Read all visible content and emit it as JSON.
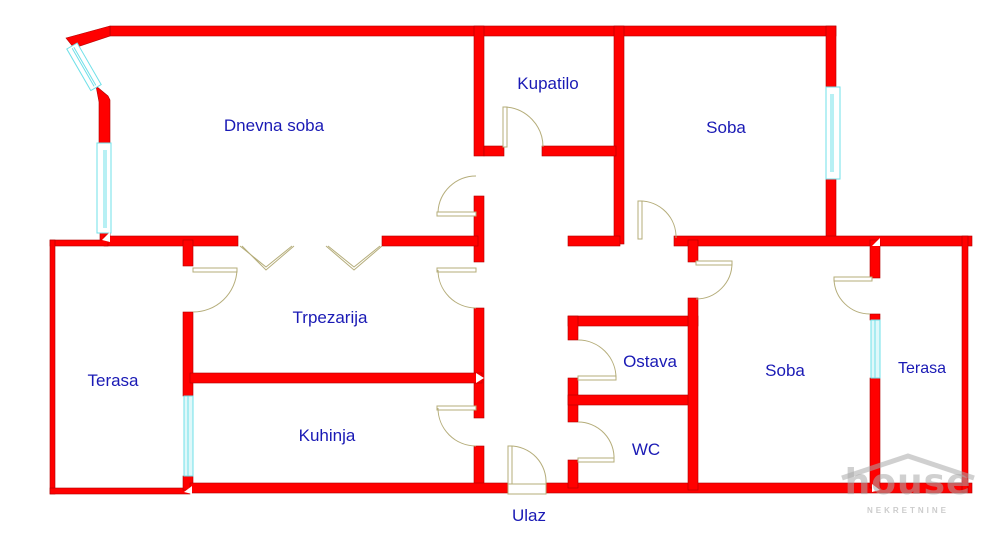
{
  "plan": {
    "wall_color": "#ff0000",
    "window_color": "#6fe0e8",
    "label_color": "#1a1ab5",
    "door_color": "#b5ad7a"
  },
  "rooms": {
    "dnevna_soba": "Dnevna soba",
    "kupatilo": "Kupatilo",
    "soba_top": "Soba",
    "trpezarija": "Trpezarija",
    "terasa_left": "Terasa",
    "kuhinja": "Kuhinja",
    "ostava": "Ostava",
    "wc": "WC",
    "soba_bottom": "Soba",
    "terasa_right": "Terasa",
    "ulaz": "Ulaz"
  },
  "watermark": {
    "brand": "house",
    "subtitle": "NEKRETNINE"
  }
}
